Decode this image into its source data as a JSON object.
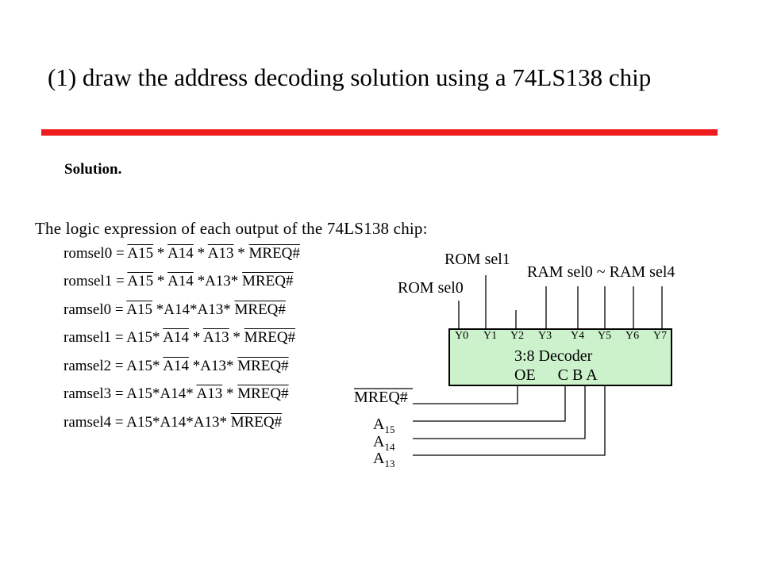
{
  "title": "(1) draw the address decoding solution using a 74LS138 chip",
  "solution_label": "Solution.",
  "intro": "The logic expression of each output of the 74LS138 chip:",
  "equations": [
    {
      "lhs": "romsel0 =",
      "terms": [
        {
          "t": "A15",
          "bar": true
        },
        {
          "t": " * ",
          "bar": false
        },
        {
          "t": "A14",
          "bar": true
        },
        {
          "t": " * ",
          "bar": false
        },
        {
          "t": "A13",
          "bar": true
        },
        {
          "t": " * ",
          "bar": false
        },
        {
          "t": "MREQ#",
          "bar": true
        }
      ]
    },
    {
      "lhs": "romsel1 =",
      "terms": [
        {
          "t": "A15",
          "bar": true
        },
        {
          "t": " * ",
          "bar": false
        },
        {
          "t": "A14",
          "bar": true
        },
        {
          "t": " *A13* ",
          "bar": false
        },
        {
          "t": "MREQ#",
          "bar": true
        }
      ]
    },
    {
      "lhs": "ramsel0 =",
      "terms": [
        {
          "t": "A15",
          "bar": true
        },
        {
          "t": " *A14*A13* ",
          "bar": false
        },
        {
          "t": "MREQ#",
          "bar": true
        }
      ]
    },
    {
      "lhs": "ramsel1 = A15*",
      "terms": [
        {
          "t": "A14",
          "bar": true
        },
        {
          "t": " * ",
          "bar": false
        },
        {
          "t": "A13",
          "bar": true
        },
        {
          "t": " * ",
          "bar": false
        },
        {
          "t": "MREQ#",
          "bar": true
        }
      ]
    },
    {
      "lhs": "ramsel2 = A15*",
      "terms": [
        {
          "t": "A14",
          "bar": true
        },
        {
          "t": " *A13* ",
          "bar": false
        },
        {
          "t": "MREQ#",
          "bar": true
        }
      ]
    },
    {
      "lhs": "ramsel3 = A15*A14*",
      "terms": [
        {
          "t": "A13",
          "bar": true
        },
        {
          "t": " * ",
          "bar": false
        },
        {
          "t": "MREQ#",
          "bar": true
        }
      ]
    },
    {
      "lhs": "ramsel4 = A15*A14*A13* ",
      "terms": [
        {
          "t": "MREQ#",
          "bar": true
        }
      ]
    }
  ],
  "decoder": {
    "name": "3:8 Decoder",
    "enable": "OE",
    "select": "C B A",
    "outputs": [
      "Y0",
      "Y1",
      "Y2",
      "Y3",
      "Y4",
      "Y5",
      "Y6",
      "Y7"
    ]
  },
  "labels": {
    "rom_sel0": "ROM sel0",
    "rom_sel1": "ROM sel1",
    "ram_range": "RAM sel0 ~ RAM sel4",
    "mreq": "MREQ#",
    "a15_base": "A",
    "a15_sub": "15",
    "a14_base": "A",
    "a14_sub": "14",
    "a13_base": "A",
    "a13_sub": "13"
  }
}
